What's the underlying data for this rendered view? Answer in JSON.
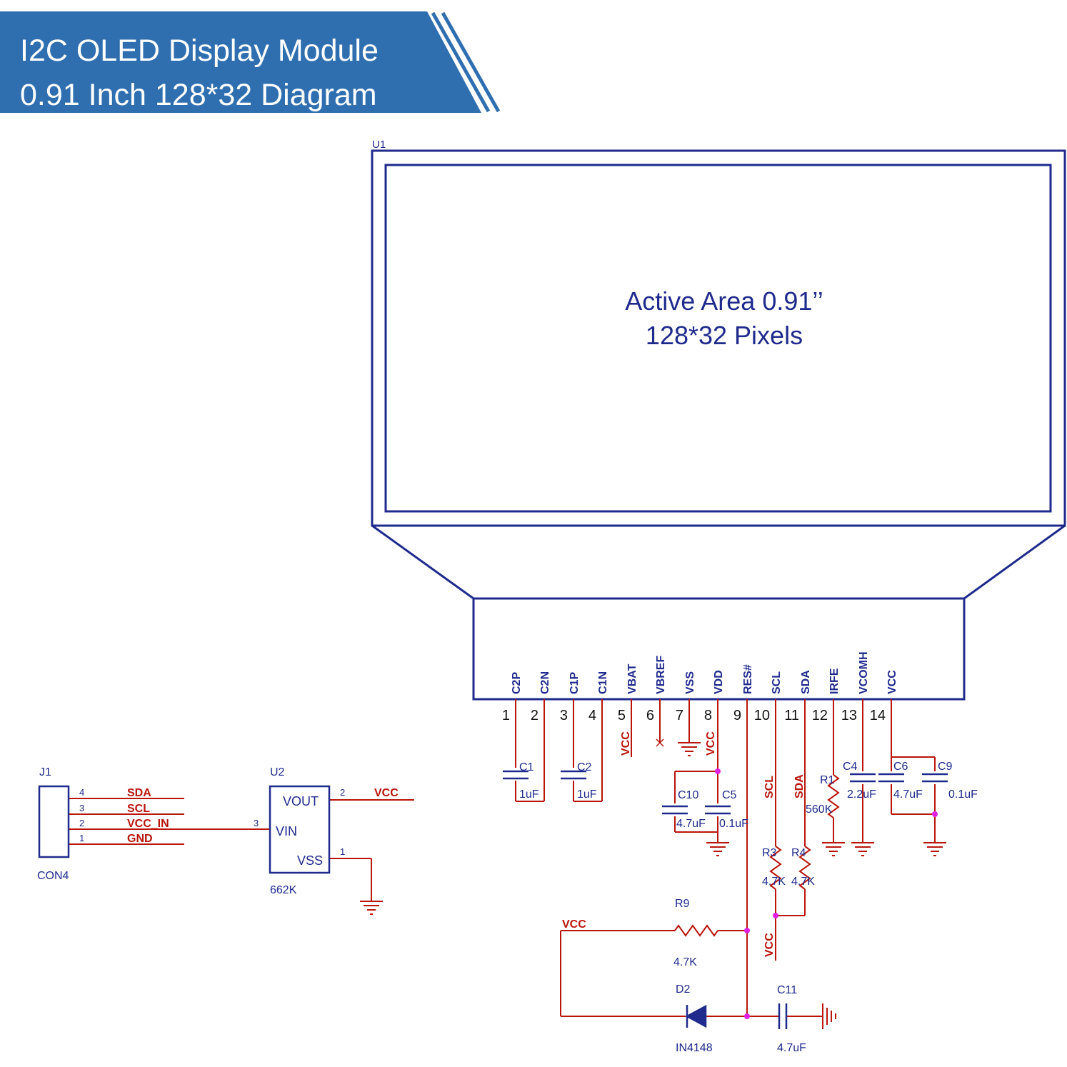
{
  "banner": {
    "line1": "I2C OLED Display Module",
    "line2": "0.91 Inch 128*32 Diagram",
    "color": "#2f6fb0"
  },
  "colors": {
    "blue": "#1f2a8c",
    "red": "#b8150b",
    "magenta": "#e020e0"
  },
  "u1": {
    "designator": "U1",
    "active_area": [
      "Active Area 0.91’’",
      "128*32 Pixels"
    ],
    "pins": [
      {
        "num": "1",
        "name": "C2P"
      },
      {
        "num": "2",
        "name": "C2N"
      },
      {
        "num": "3",
        "name": "C1P"
      },
      {
        "num": "4",
        "name": "C1N"
      },
      {
        "num": "5",
        "name": "VBAT"
      },
      {
        "num": "6",
        "name": "VBREF"
      },
      {
        "num": "7",
        "name": "VSS"
      },
      {
        "num": "8",
        "name": "VDD"
      },
      {
        "num": "9",
        "name": "RES#"
      },
      {
        "num": "10",
        "name": "SCL"
      },
      {
        "num": "11",
        "name": "SDA"
      },
      {
        "num": "12",
        "name": "IRFE"
      },
      {
        "num": "13",
        "name": "VCOMH"
      },
      {
        "num": "14",
        "name": "VCC"
      }
    ]
  },
  "j1": {
    "designator": "J1",
    "part": "CON4",
    "pins": [
      {
        "num": "4",
        "net": "SDA"
      },
      {
        "num": "3",
        "net": "SCL"
      },
      {
        "num": "2",
        "net": "VCC_IN"
      },
      {
        "num": "1",
        "net": "GND"
      }
    ]
  },
  "u2": {
    "designator": "U2",
    "part": "662K",
    "pins": [
      {
        "num": "2",
        "name": "VOUT"
      },
      {
        "num": "3",
        "name": "VIN"
      },
      {
        "num": "1",
        "name": "VSS"
      }
    ],
    "out_net": "VCC"
  },
  "components": {
    "c1": {
      "ref": "C1",
      "value": "1uF"
    },
    "c2": {
      "ref": "C2",
      "value": "1uF"
    },
    "c10": {
      "ref": "C10",
      "value": "4.7uF"
    },
    "c5": {
      "ref": "C5",
      "value": "0.1uF"
    },
    "c4": {
      "ref": "C4",
      "value": "2.2uF"
    },
    "c6": {
      "ref": "C6",
      "value": "4.7uF"
    },
    "c9": {
      "ref": "C9",
      "value": "0.1uF"
    },
    "r1": {
      "ref": "R1",
      "value": "560K"
    },
    "r3": {
      "ref": "R3",
      "value": "4.7K"
    },
    "r4": {
      "ref": "R4",
      "value": "4.7K"
    },
    "r9": {
      "ref": "R9",
      "value": "4.7K"
    },
    "d2": {
      "ref": "D2",
      "value": "IN4148"
    },
    "c11": {
      "ref": "C11",
      "value": "4.7uF"
    }
  },
  "nets": {
    "vcc_pin5": "VCC",
    "vcc_pin8": "VCC",
    "scl": "SCL",
    "sda": "SDA",
    "vcc_pullup": "VCC",
    "vcc_reset": "VCC"
  }
}
